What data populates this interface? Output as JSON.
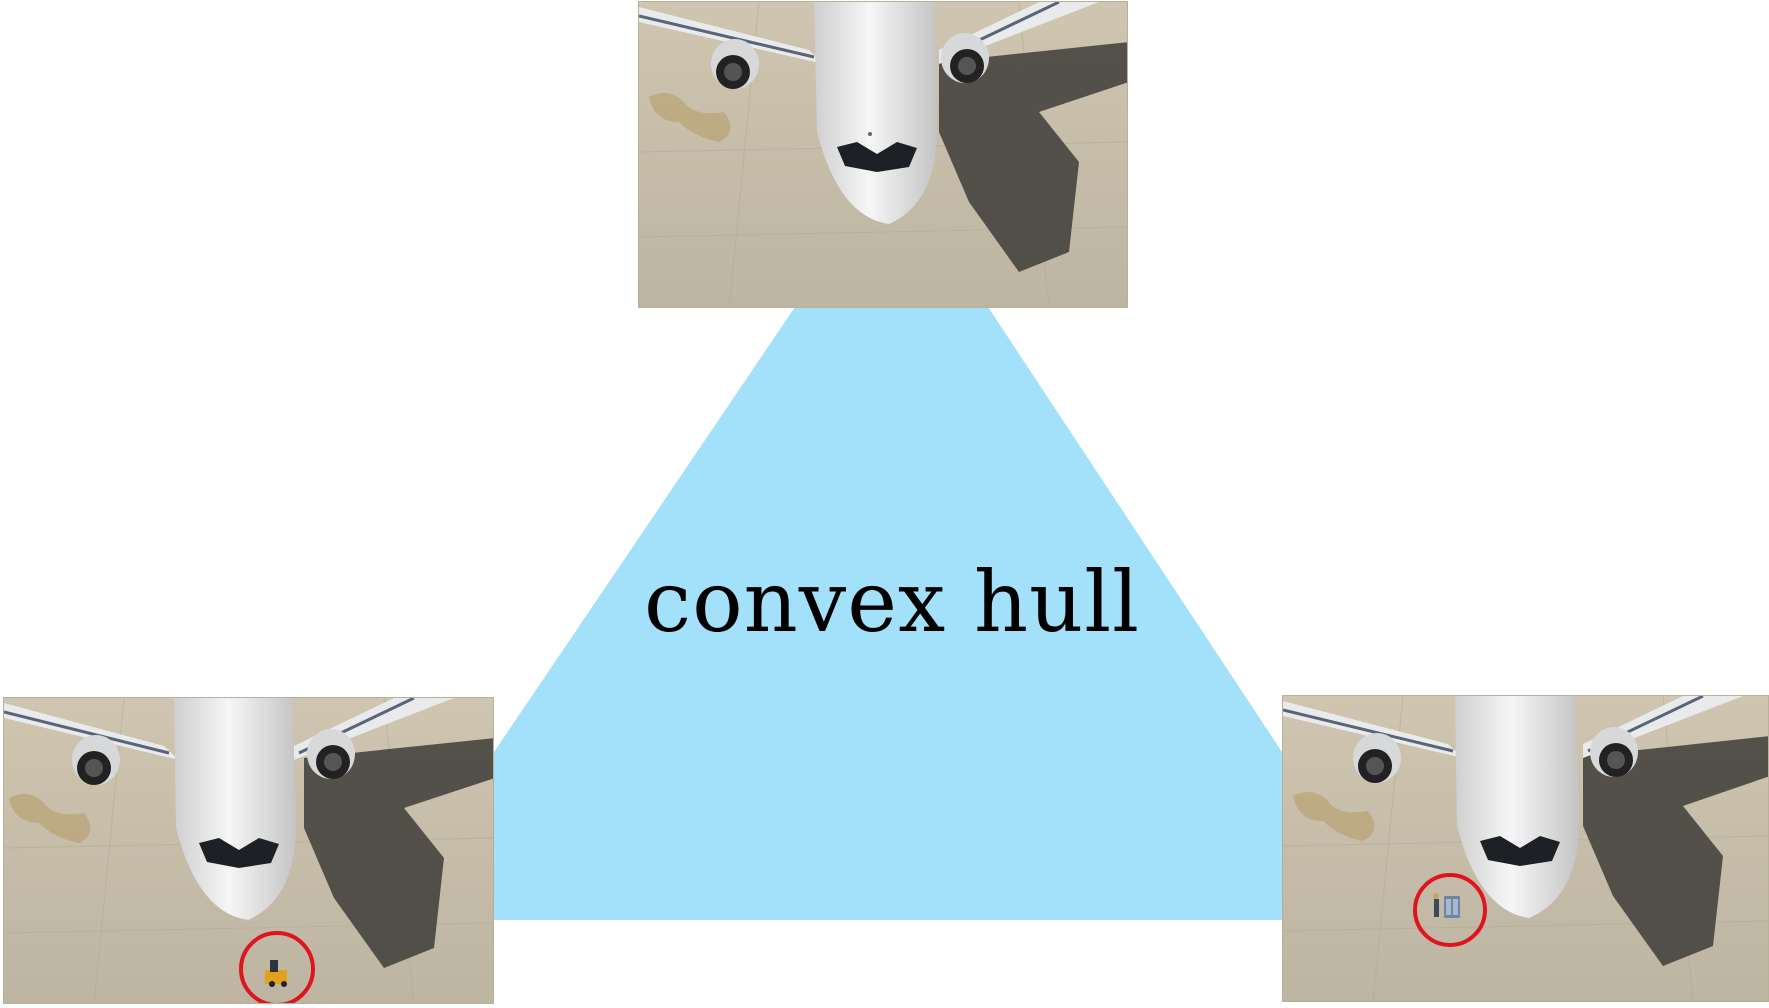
{
  "diagram": {
    "label": "convex hull",
    "hull_color": "#a3e0f9",
    "marker_color": "#e0141c",
    "nodes": [
      {
        "id": "top-image",
        "content": "aircraft-topdown-photo",
        "marker": false
      },
      {
        "id": "left-image",
        "content": "aircraft-topdown-photo",
        "marker": true,
        "marked_object": "ground-vehicle"
      },
      {
        "id": "right-image",
        "content": "aircraft-topdown-photo",
        "marker": true,
        "marked_object": "worker-with-cart"
      }
    ]
  }
}
